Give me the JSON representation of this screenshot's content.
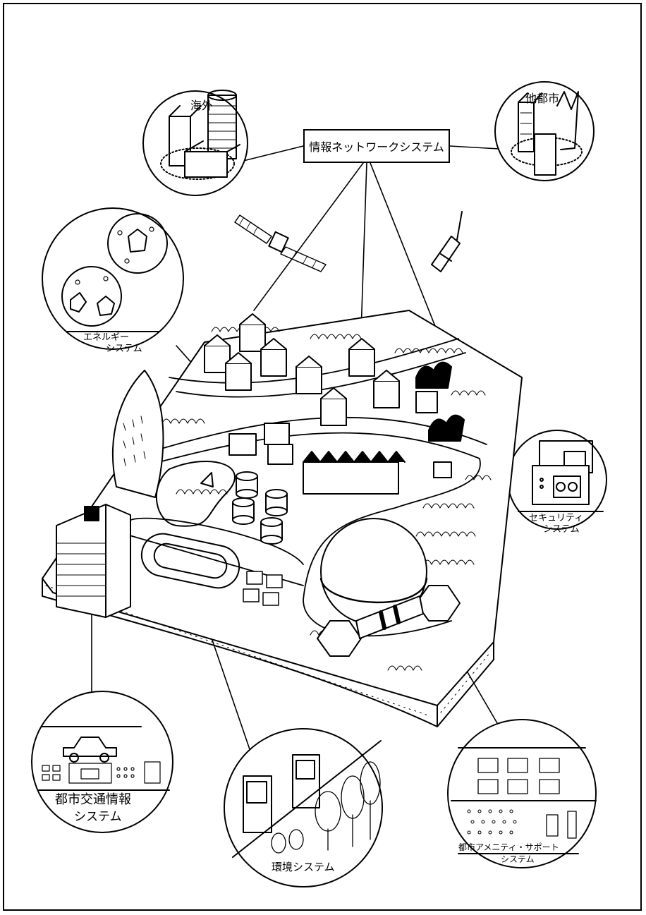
{
  "diagram": {
    "hub_label": "情報ネットワークシステム",
    "labels": {
      "overseas": "海外",
      "other_cities": "他都市",
      "energy_line1": "エネルギー",
      "energy_line2": "システム",
      "security_line1": "セキュリティ",
      "security_line2": "システム",
      "traffic_line1": "都市交通情報",
      "traffic_line2": "システム",
      "environment": "環境システム",
      "amenity_line1": "都市アメニティ・サポート",
      "amenity_line2": "システム"
    },
    "colors": {
      "ink": "#000000",
      "paper": "#ffffff"
    }
  }
}
